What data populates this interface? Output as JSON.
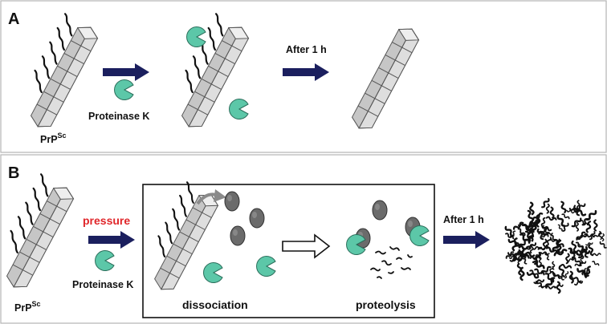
{
  "panel_a": {
    "letter": "A",
    "fibril_label_main": "PrP",
    "fibril_label_sup": "Sc",
    "enzyme_label": "Proteinase K",
    "time_label": "After 1 h"
  },
  "panel_b": {
    "letter": "B",
    "fibril_label_main": "PrP",
    "fibril_label_sup": "Sc",
    "condition_label": "pressure",
    "enzyme_label": "Proteinase K",
    "step1_label": "dissociation",
    "step2_label": "proteolysis",
    "time_label": "After 1 h"
  },
  "colors": {
    "arrow": "#1b1f5e",
    "enzyme": "#5cc7a8",
    "fibril": "#c9c9c9",
    "monomer": "#6b6b6b",
    "accent_red": "#e0262a"
  }
}
